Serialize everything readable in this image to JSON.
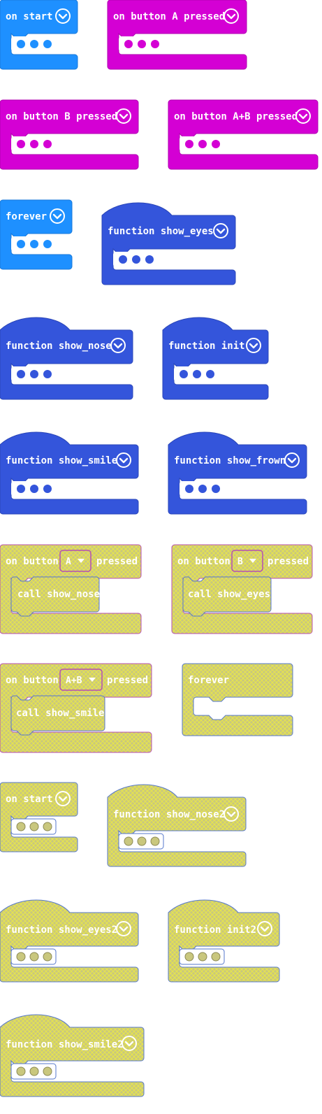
{
  "colors": {
    "event_blue": "#1E90FF",
    "event_magenta": "#D400D4",
    "function_blue": "#3455DB",
    "disabled_fill": "#C9C77E",
    "disabled_hatch": "#E8E64A",
    "disabled_border_blue": "#5577CC",
    "disabled_border_magenta": "#B74FB0"
  },
  "icons": {
    "collapse": "chevron-down-circle-icon",
    "ellipsis": "three-dots-icon",
    "dropdown": "triangle-down-icon"
  },
  "blocks": {
    "on_start": {
      "label": "on start"
    },
    "button_a": {
      "label": "on button A pressed"
    },
    "button_b": {
      "label": "on button B pressed"
    },
    "button_ab": {
      "label": "on button A+B pressed"
    },
    "forever": {
      "label": "forever"
    },
    "show_eyes": {
      "label": "function show_eyes"
    },
    "show_nose": {
      "label": "function show_nose"
    },
    "init": {
      "label": "function init"
    },
    "show_smile": {
      "label": "function show_smile"
    },
    "show_frown": {
      "label": "function show_frown"
    },
    "dis_button_a": {
      "label_pre": "on button",
      "dropdown": "A",
      "label_post": "pressed",
      "call": "call show_nose"
    },
    "dis_button_b": {
      "label_pre": "on button",
      "dropdown": "B",
      "label_post": "pressed",
      "call": "call show_eyes"
    },
    "dis_button_ab": {
      "label_pre": "on button",
      "dropdown": "A+B",
      "label_post": "pressed",
      "call": "call show_smile"
    },
    "dis_forever": {
      "label": "forever"
    },
    "dis_on_start": {
      "label": "on start"
    },
    "show_nose2": {
      "label": "function show_nose2"
    },
    "show_eyes2": {
      "label": "function show_eyes2"
    },
    "init2": {
      "label": "function init2"
    },
    "show_smile2": {
      "label": "function show_smile2"
    }
  }
}
